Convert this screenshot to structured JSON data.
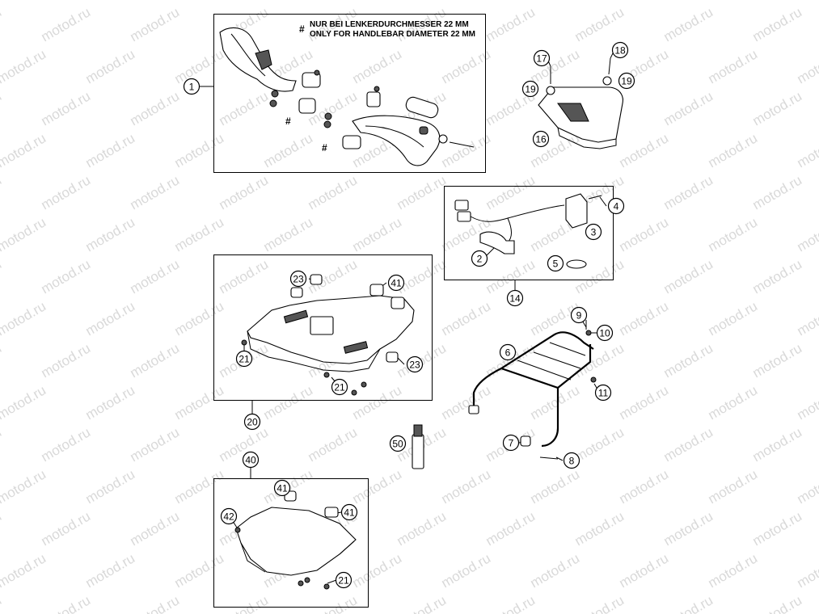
{
  "watermark": "motod.ru",
  "note": {
    "line1": "NUR BEI LENKERDURCHMESSER 22 MM",
    "line2": "ONLY FOR HANDLEBAR DIAMETER 22 MM"
  },
  "hash_symbol": "#",
  "callouts": [
    "1",
    "17",
    "18",
    "19",
    "19",
    "16",
    "4",
    "3",
    "2",
    "5",
    "14",
    "23",
    "41",
    "21",
    "23",
    "21",
    "20",
    "9",
    "10",
    "6",
    "11",
    "7",
    "8",
    "50",
    "40",
    "41",
    "41",
    "42",
    "21"
  ]
}
